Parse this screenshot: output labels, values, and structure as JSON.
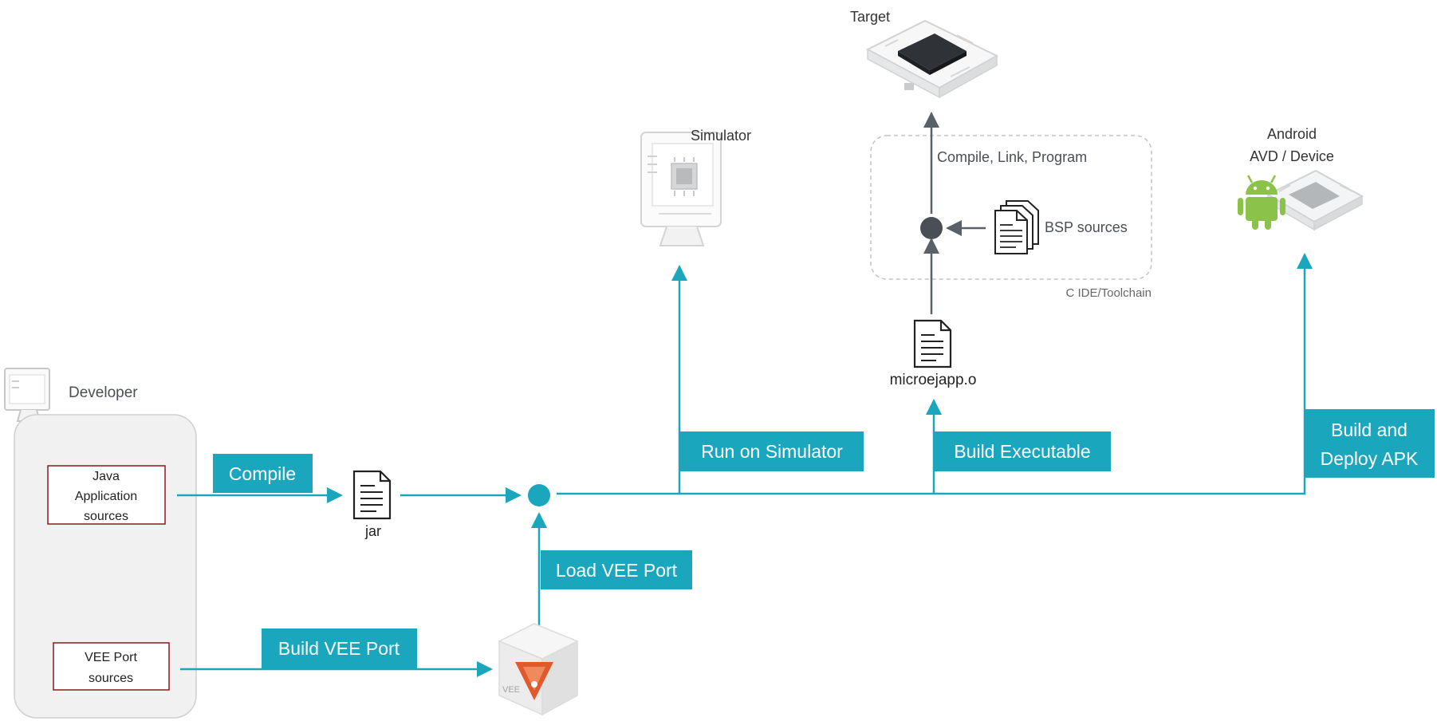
{
  "nodes": {
    "developer": "Developer",
    "java_sources": [
      "Java",
      "Application",
      "sources"
    ],
    "vee_port_sources": [
      "VEE Port",
      "sources"
    ],
    "jar": "jar",
    "simulator": "Simulator",
    "target": "Target",
    "microejapp": "microejapp.o",
    "bsp_sources": "BSP sources",
    "c_ide": "C IDE/Toolchain",
    "android": [
      "Android",
      "AVD / Device"
    ],
    "vee_badge": "VEE"
  },
  "steps": {
    "compile": "Compile",
    "build_vee_port": "Build VEE Port",
    "load_vee_port": "Load VEE Port",
    "run_on_simulator": "Run on Simulator",
    "build_executable": "Build Executable",
    "build_deploy_apk": [
      "Build and",
      "Deploy APK"
    ],
    "compile_link_program": "Compile, Link, Program"
  },
  "colors": {
    "accent": "#1aa7be",
    "dark_node": "#4a4f55",
    "box_border": "#8b1a1a",
    "developer_panel": "#f1f1f1",
    "android_green": "#8bc34a",
    "vee_red": "#e05a2b"
  }
}
